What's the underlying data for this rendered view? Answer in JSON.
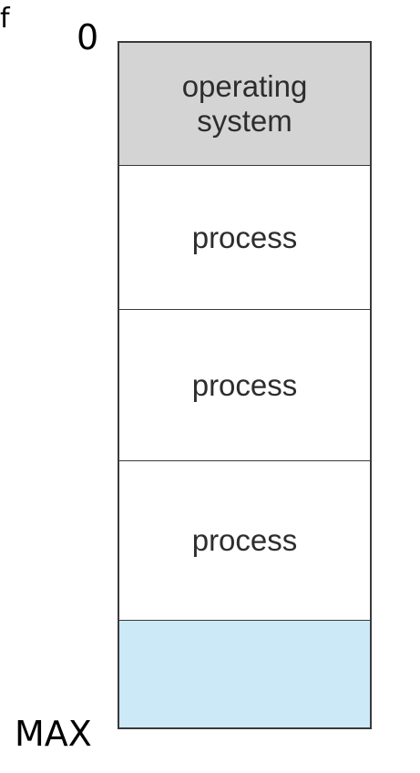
{
  "edge_fragment": "f",
  "address_start": "0",
  "address_end": "MAX",
  "segments": [
    {
      "label": "operating\nsystem",
      "fill": "#d4d4d4"
    },
    {
      "label": "process",
      "fill": "#ffffff"
    },
    {
      "label": "process",
      "fill": "#ffffff"
    },
    {
      "label": "process",
      "fill": "#ffffff"
    },
    {
      "label": "",
      "fill": "#cce9f8"
    }
  ]
}
